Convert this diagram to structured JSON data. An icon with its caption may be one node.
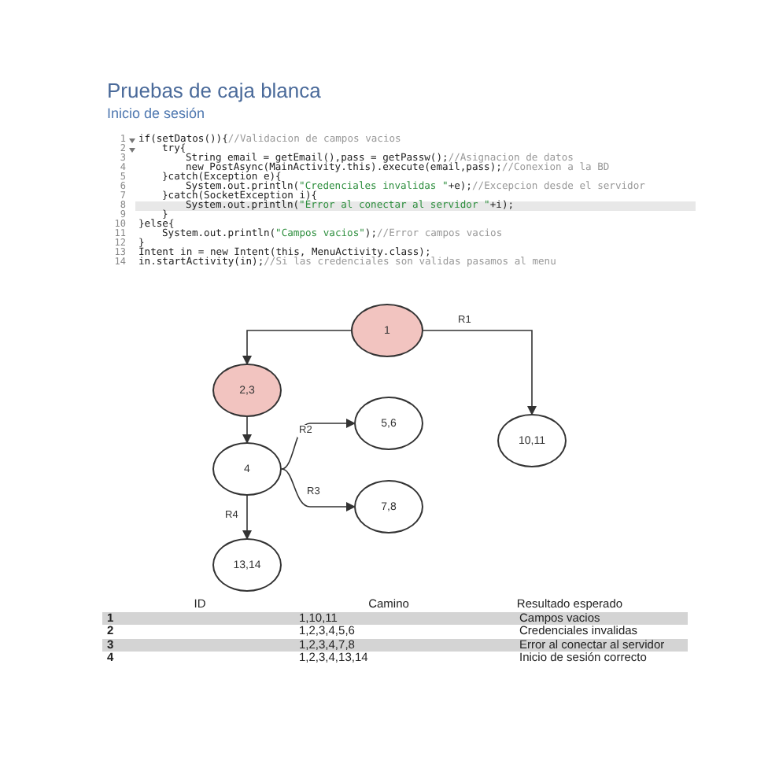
{
  "diagram": {
    "title": "Pruebas de caja blanca",
    "nodes": [
      {
        "text": [
          "1"
        ]
      },
      {
        "text": [
          "2,3"
        ]
      },
      {
        "text": [
          "10,11"
        ]
      },
      {
        "text": [
          "4"
        ]
      },
      {
        "text": [
          "5,6"
        ]
      },
      {
        "text": [
          "7,8"
        ]
      },
      {
        "text": [
          "13,14"
        ]
      }
    ],
    "edges": [
      {
        "from": 0,
        "to": 1,
        "arrow": "to"
      },
      {
        "from": 0,
        "to": 2,
        "arrow": "to",
        "label": "R1"
      },
      {
        "from": 1,
        "to": 3,
        "arrow": "to"
      },
      {
        "from": 3,
        "to": 4,
        "arrow": "to",
        "label": "R2"
      },
      {
        "from": 3,
        "to": 5,
        "arrow": "to",
        "label": "R3"
      },
      {
        "from": 3,
        "to": 6,
        "arrow": "to",
        "label": "R4"
      }
    ],
    "labels": [
      "Inicio de sesión",
      "1",
      "if(setDatos()){//Validacion de campos vacios",
      "2",
      "try{",
      "3",
      "String email = getEmail(),pass = getPassw();//Asignacion de datos",
      "4",
      "new PostAsync(MainActivity.this).execute(email,pass);//Conexion a la BD",
      "5",
      "}catch(Exception e){",
      "6",
      "System.out.println(\"Credenciales invalidas \"+e);//Excepcion desde el servidor",
      "7",
      "}catch(SocketException i){",
      "8",
      "System.out.println(\"Error al conectar al servidor \"+i);",
      "9",
      "}",
      "10",
      "}else{",
      "11",
      "System.out.println(\"Campos vacios\");//Error campos vacios",
      "12",
      "}",
      "13",
      "Intent in = new Intent(this, MenuActivity.class);",
      "14",
      "in.startActivity(in);//Si las credenciales son validas pasamos al menu",
      "ID",
      "Camino",
      "Resultado esperado",
      "1",
      "1,10,11",
      "Campos vacios",
      "2",
      "1,2,3,4,5,6",
      "Credenciales invalidas",
      "3",
      "1,2,3,4,7,8",
      "Error al conectar al servidor",
      "4",
      "1,2,3,4,13,14",
      "Inicio de sesión correcto"
    ]
  }
}
